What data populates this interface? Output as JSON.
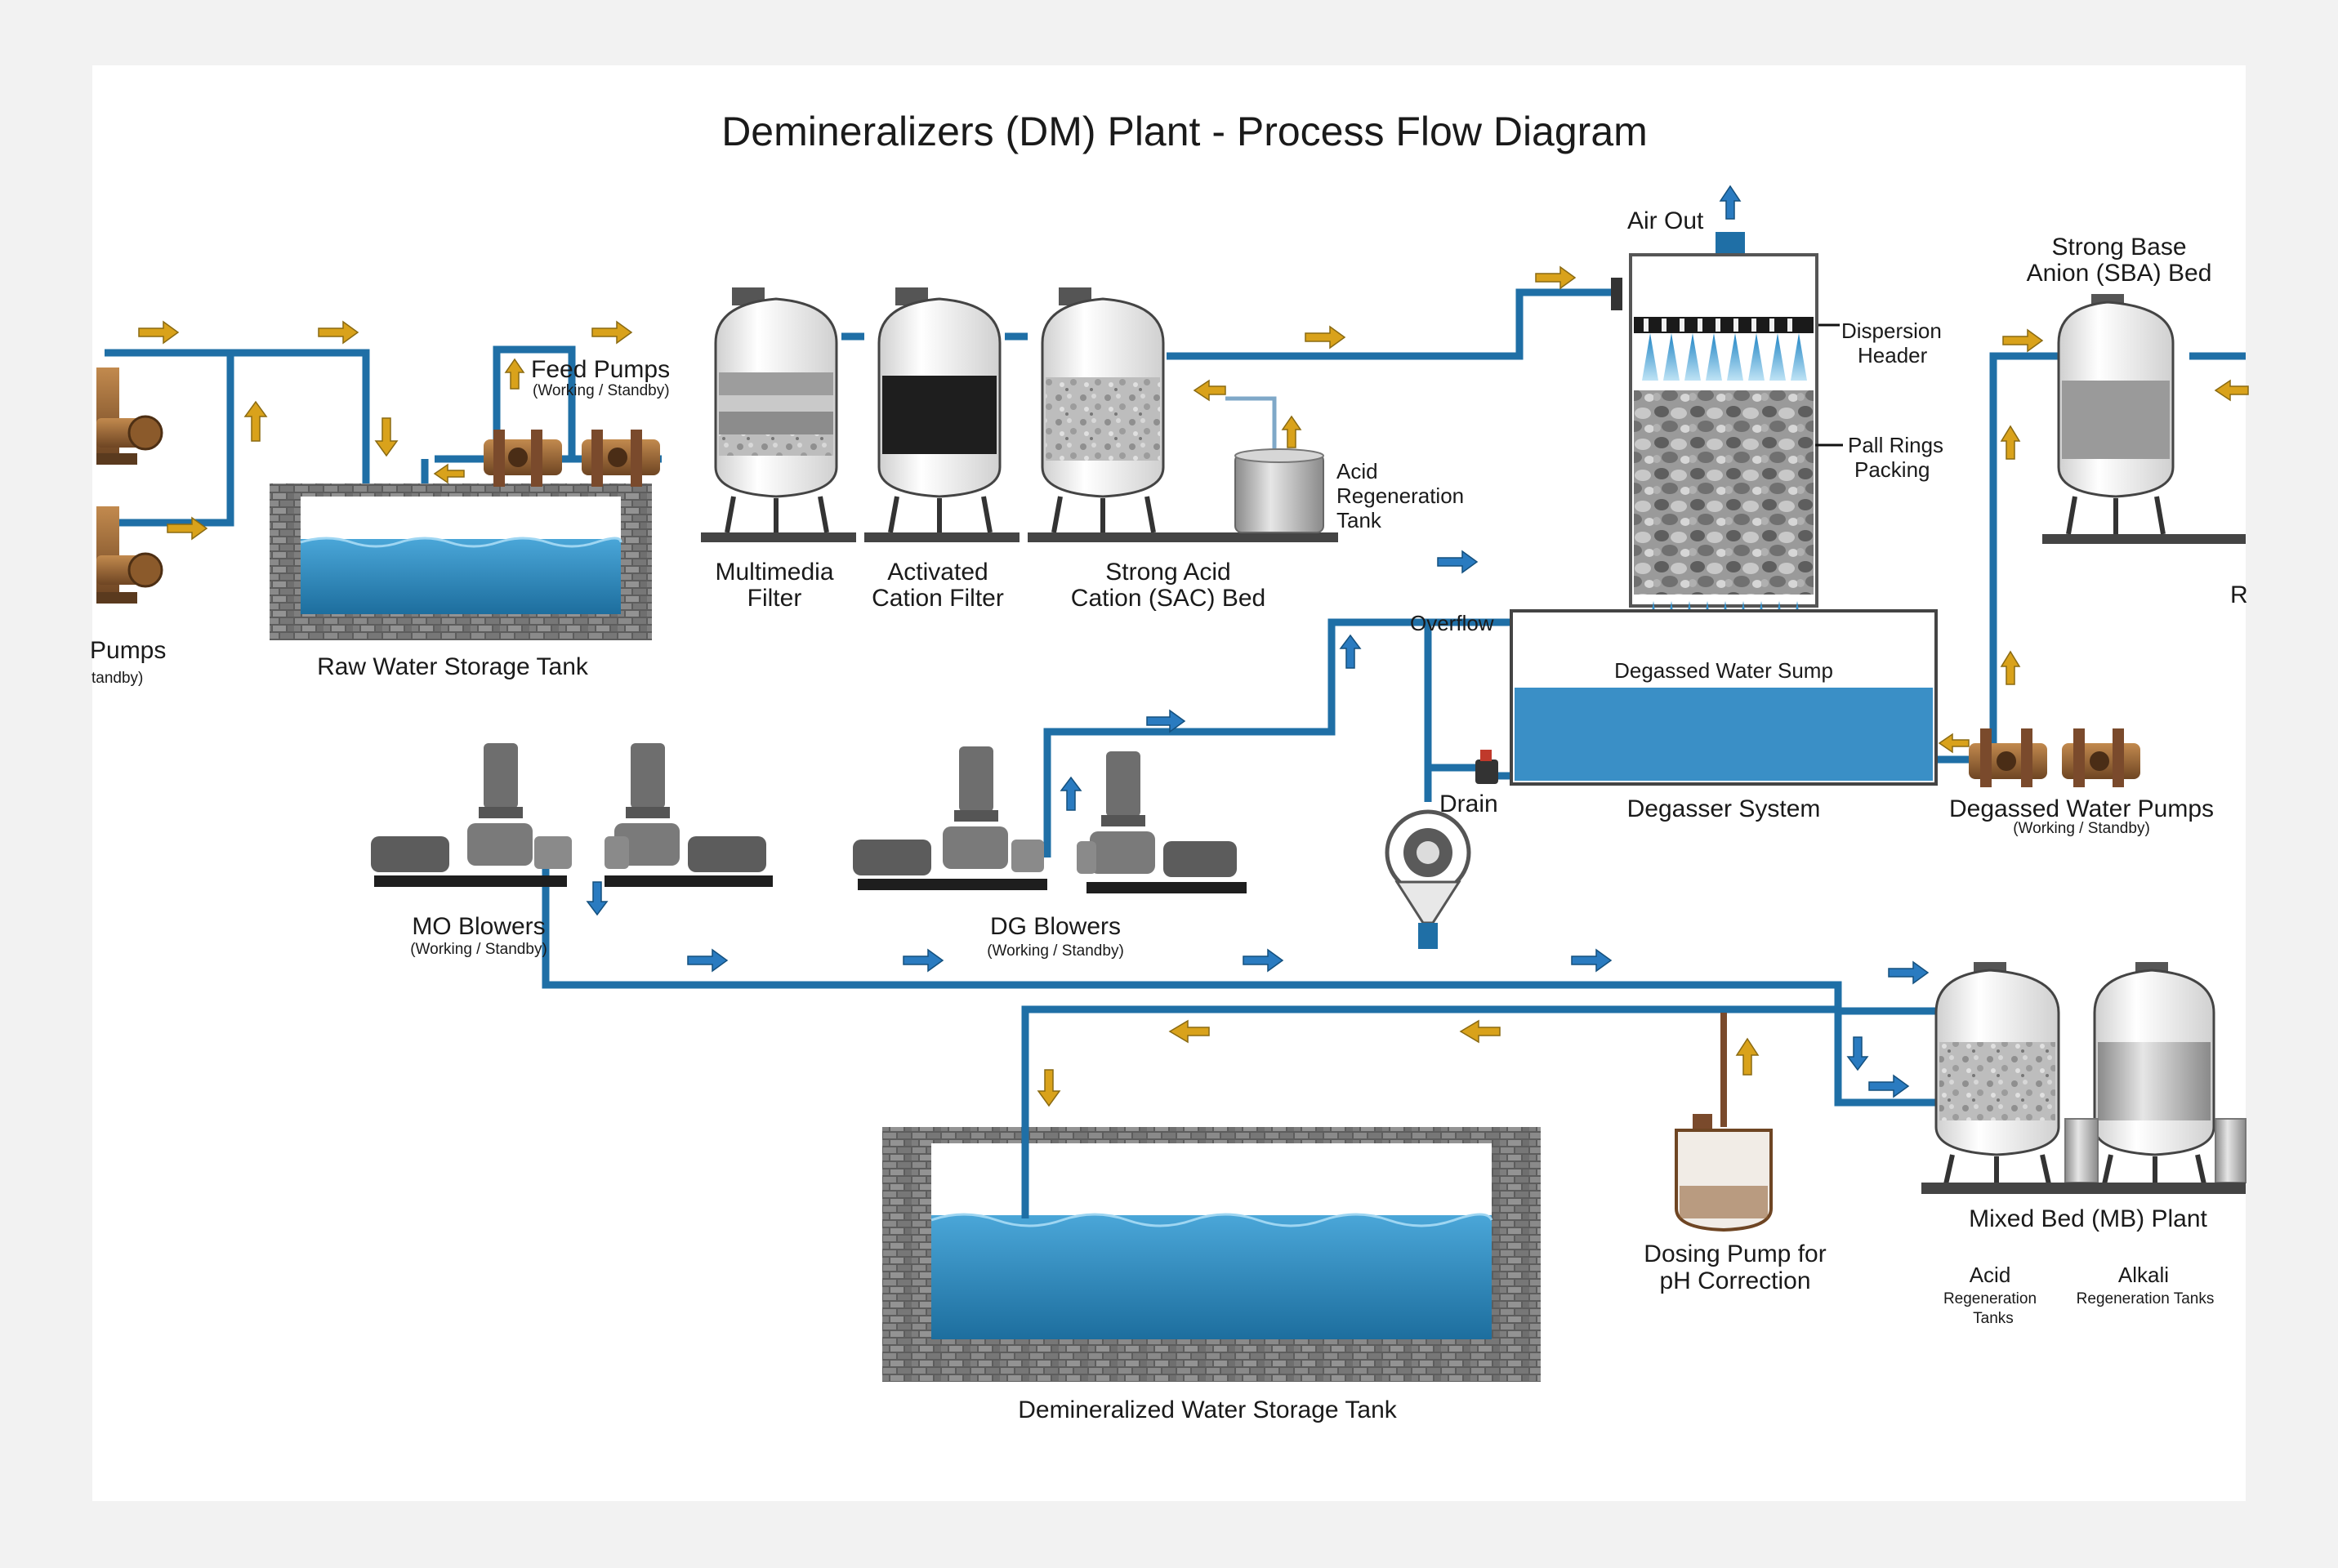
{
  "title": "Demineralizers (DM) Plant - Process Flow Diagram",
  "labels": {
    "raw_pumps": "Pumps",
    "raw_pumps_sub": "tandby)",
    "raw_tank": "Raw Water Storage Tank",
    "feed_pumps": "Feed Pumps",
    "feed_pumps_sub": "(Working / Standby)",
    "multimedia_1": "Multimedia",
    "multimedia_2": "Filter",
    "activated_1": "Activated",
    "activated_2": "Cation Filter",
    "sac_1": "Strong Acid",
    "sac_2": "Cation (SAC) Bed",
    "acid_regen_1": "Acid",
    "acid_regen_2": "Regeneration",
    "acid_regen_3": "Tank",
    "air_out": "Air Out",
    "dispersion_1": "Dispersion",
    "dispersion_2": "Header",
    "pall_1": "Pall Rings",
    "pall_2": "Packing",
    "overflow": "Overflow",
    "sump": "Degassed Water Sump",
    "degasser": "Degasser System",
    "drain": "Drain",
    "sba_1": "Strong Base",
    "sba_2": "Anion (SBA) Bed",
    "r_cut": "R",
    "degassed_pumps": "Degassed Water Pumps",
    "degassed_pumps_sub": "(Working / Standby)",
    "mo_blowers": "MO Blowers",
    "mo_blowers_sub": "(Working / Standby)",
    "dg_blowers": "DG Blowers",
    "dg_blowers_sub": "(Working / Standby)",
    "dosing_1": "Dosing Pump for",
    "dosing_2": "pH Correction",
    "mb_plant": "Mixed Bed (MB) Plant",
    "mb_acid_1": "Acid",
    "mb_acid_2": "Regeneration",
    "mb_acid_3": "Tanks",
    "mb_alkali_1": "Alkali",
    "mb_alkali_2": "Regeneration Tanks",
    "dm_tank": "Demineralized Water Storage Tank"
  },
  "colors": {
    "pipe": "#1f6fa6",
    "water": "#2f86bf",
    "arrow_gold": "#d9a21b",
    "arrow_blue": "#2a7bc0",
    "brick": "#6b6b6b"
  }
}
